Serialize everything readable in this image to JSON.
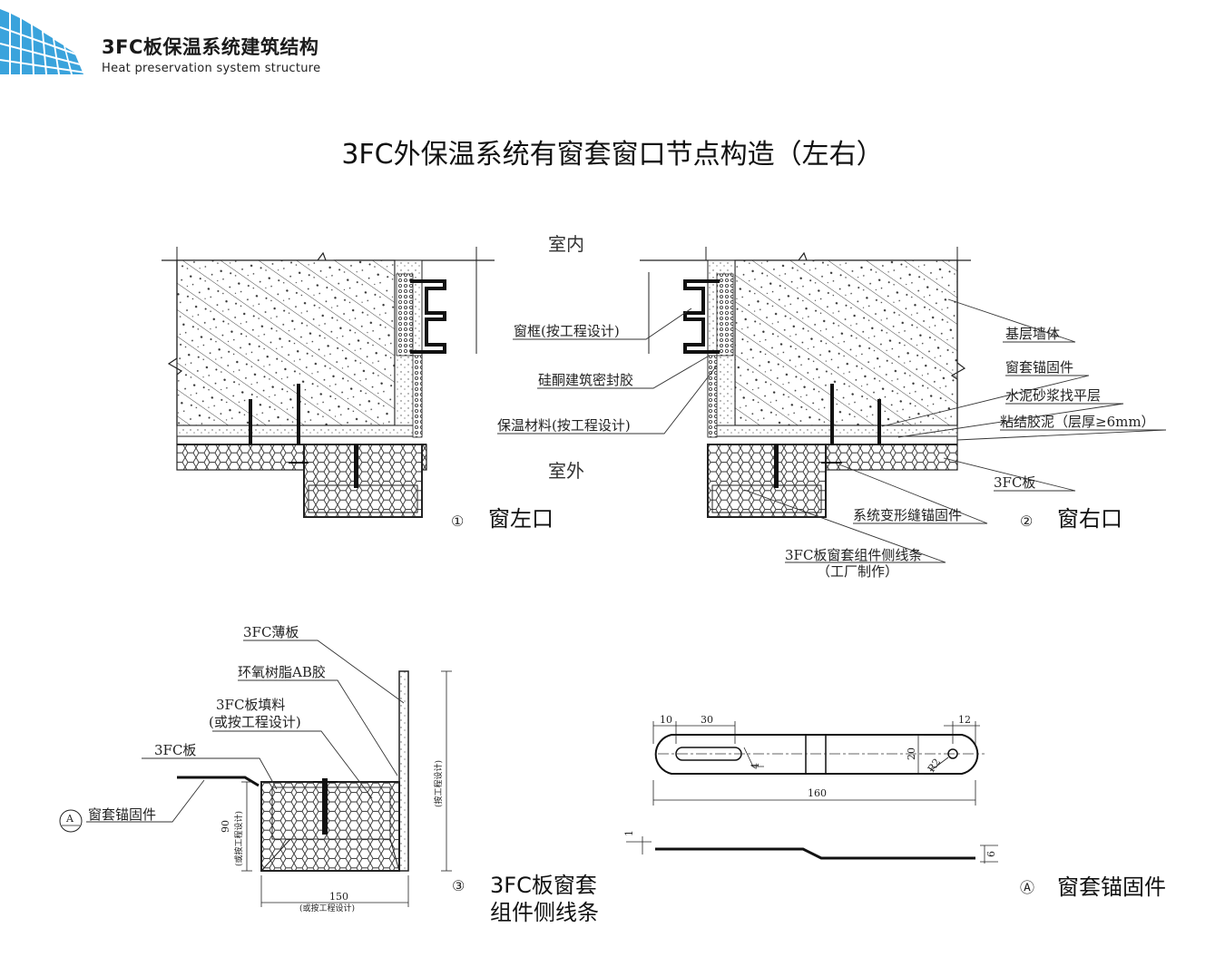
{
  "header": {
    "brand_title": "3FC板保温系统建筑结构",
    "brand_subtitle": "Heat preservation system structure"
  },
  "page_title": "3FC外保温系统有窗套窗口节点构造（左右）",
  "zones": {
    "indoor": "室内",
    "outdoor": "室外"
  },
  "labels": {
    "window_frame": "窗框(按工程设计)",
    "silicone_sealant": "硅酮建筑密封胶",
    "insulation": "保温材料(按工程设计)",
    "base_wall": "基层墙体",
    "anchor": "窗套锚固件",
    "mortar": "水泥砂浆找平层",
    "adhesive": "粘结胶泥（层厚≥6mm）",
    "board": "3FC板",
    "joint_anchor": "系统变形缝锚固件",
    "side_strip": "3FC板窗套组件侧线条",
    "factory_made": "（工厂制作）",
    "thin_board": "3FC薄板",
    "epoxy": "环氧树脂AB胶",
    "filler": "3FC板填料",
    "filler_note": "(或按工程设计)",
    "board_3": "3FC板",
    "anchor_a": "窗套锚固件",
    "marker_a": "A"
  },
  "captions": {
    "c1_num": "①",
    "c1_text": "窗左口",
    "c2_num": "②",
    "c2_text": "窗右口",
    "c3_num": "③",
    "c3_line1": "3FC板窗套",
    "c3_line2": "组件侧线条",
    "ca_num": "Ⓐ",
    "ca_text": "窗套锚固件"
  },
  "dimensions": {
    "d10": "10",
    "d30": "30",
    "d12": "12",
    "d20": "20",
    "d4": "4",
    "dR2": "R2",
    "d160": "160",
    "d1": "1",
    "d6": "6",
    "d90": "90",
    "d90_note": "(或按工程设计)",
    "d150": "150",
    "d150_note": "(或按工程设计)",
    "height_note": "(按工程设计)"
  },
  "colors": {
    "logo_blue": "#3aa3dc",
    "line": "#222222"
  }
}
